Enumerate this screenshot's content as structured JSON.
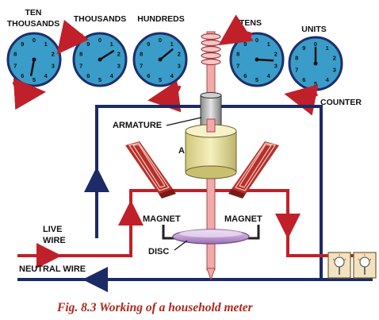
{
  "dial_labels": {
    "ten_thousands_line1": "TEN",
    "ten_thousands_line2": "THOUSANDS",
    "thousands": "THOUSANDS",
    "hundreds": "HUNDREDS",
    "tens": "TENS",
    "units": "UNITS"
  },
  "dial_numbers": [
    "0",
    "1",
    "2",
    "3",
    "4",
    "5",
    "6",
    "7",
    "8",
    "9"
  ],
  "dial_readings": [
    5.3,
    1.6,
    1.4,
    2.6,
    0.0
  ],
  "labels": {
    "counter": "COUNTER",
    "armature": "ARMATURE",
    "a": "A",
    "magnet_left": "MAGNET",
    "magnet_right": "MAGNET",
    "disc": "DISC",
    "live_line1": "LIVE",
    "live_line2": "WIRE",
    "neutral": "NEUTRAL  WIRE"
  },
  "caption": "Fig. 8.3 Working of a household meter",
  "colors": {
    "dial_face": "#3a9cc9",
    "dial_rim": "#1d2f6b",
    "live_wire": "#c0202a",
    "neutral_wire": "#1c2a66",
    "armature_cylinder": "#eee7a6",
    "disc": "#c9a7d6",
    "spindle": "#f2a9a9",
    "caption": "#b0271c"
  }
}
